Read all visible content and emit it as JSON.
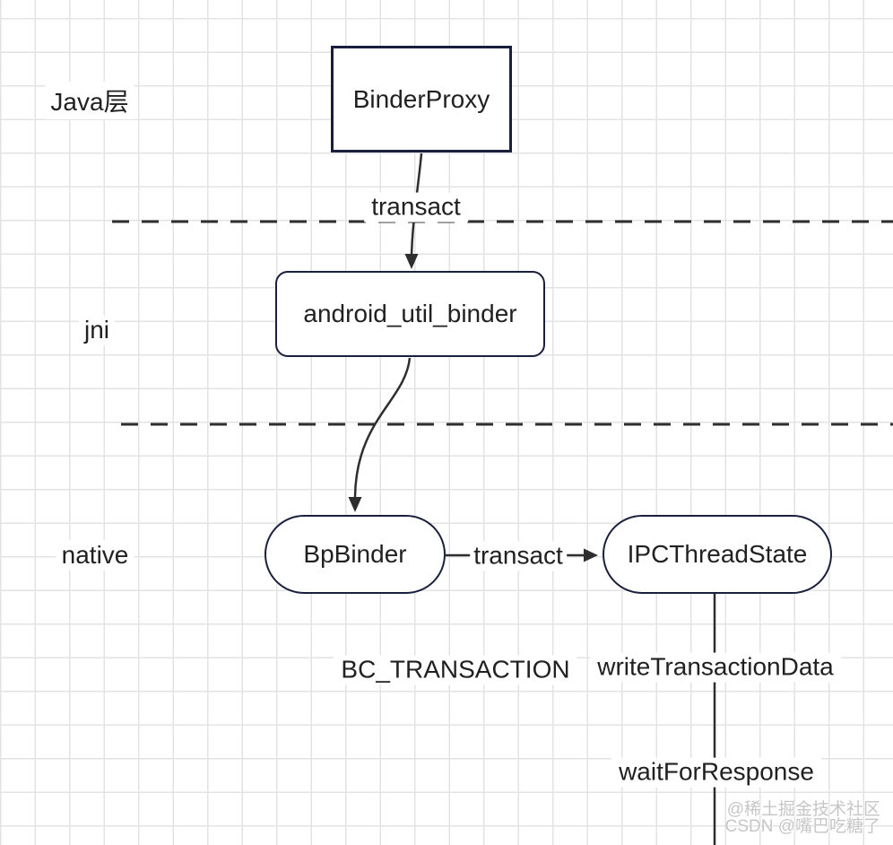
{
  "diagram": {
    "title_context": "Android Binder transact flow",
    "layers": {
      "java": "Java层",
      "jni": "jni",
      "native": "native"
    },
    "nodes": {
      "binder_proxy": "BinderProxy",
      "android_util_binder": "android_util_binder",
      "bp_binder": "BpBinder",
      "ipc_thread_state": "IPCThreadState"
    },
    "edge_labels": {
      "transact_java_to_jni": "transact",
      "transact_bpbinder_to_ipc": "transact",
      "bc_transaction": "BC_TRANSACTION",
      "write_transaction_data": "writeTransactionData",
      "wait_for_response": "waitForResponse"
    },
    "watermark": {
      "line1": "@稀土掘金技术社区",
      "line2": "CSDN @嘴巴吃糖了"
    }
  },
  "colors": {
    "canvas_bg": "#ffffff",
    "grid_line": "#e3e3e3",
    "node_border": "#1a1f3d",
    "text_ink": "#212121",
    "line_ink": "#2e2e2e",
    "watermark_ink": "#c6c6c6"
  }
}
